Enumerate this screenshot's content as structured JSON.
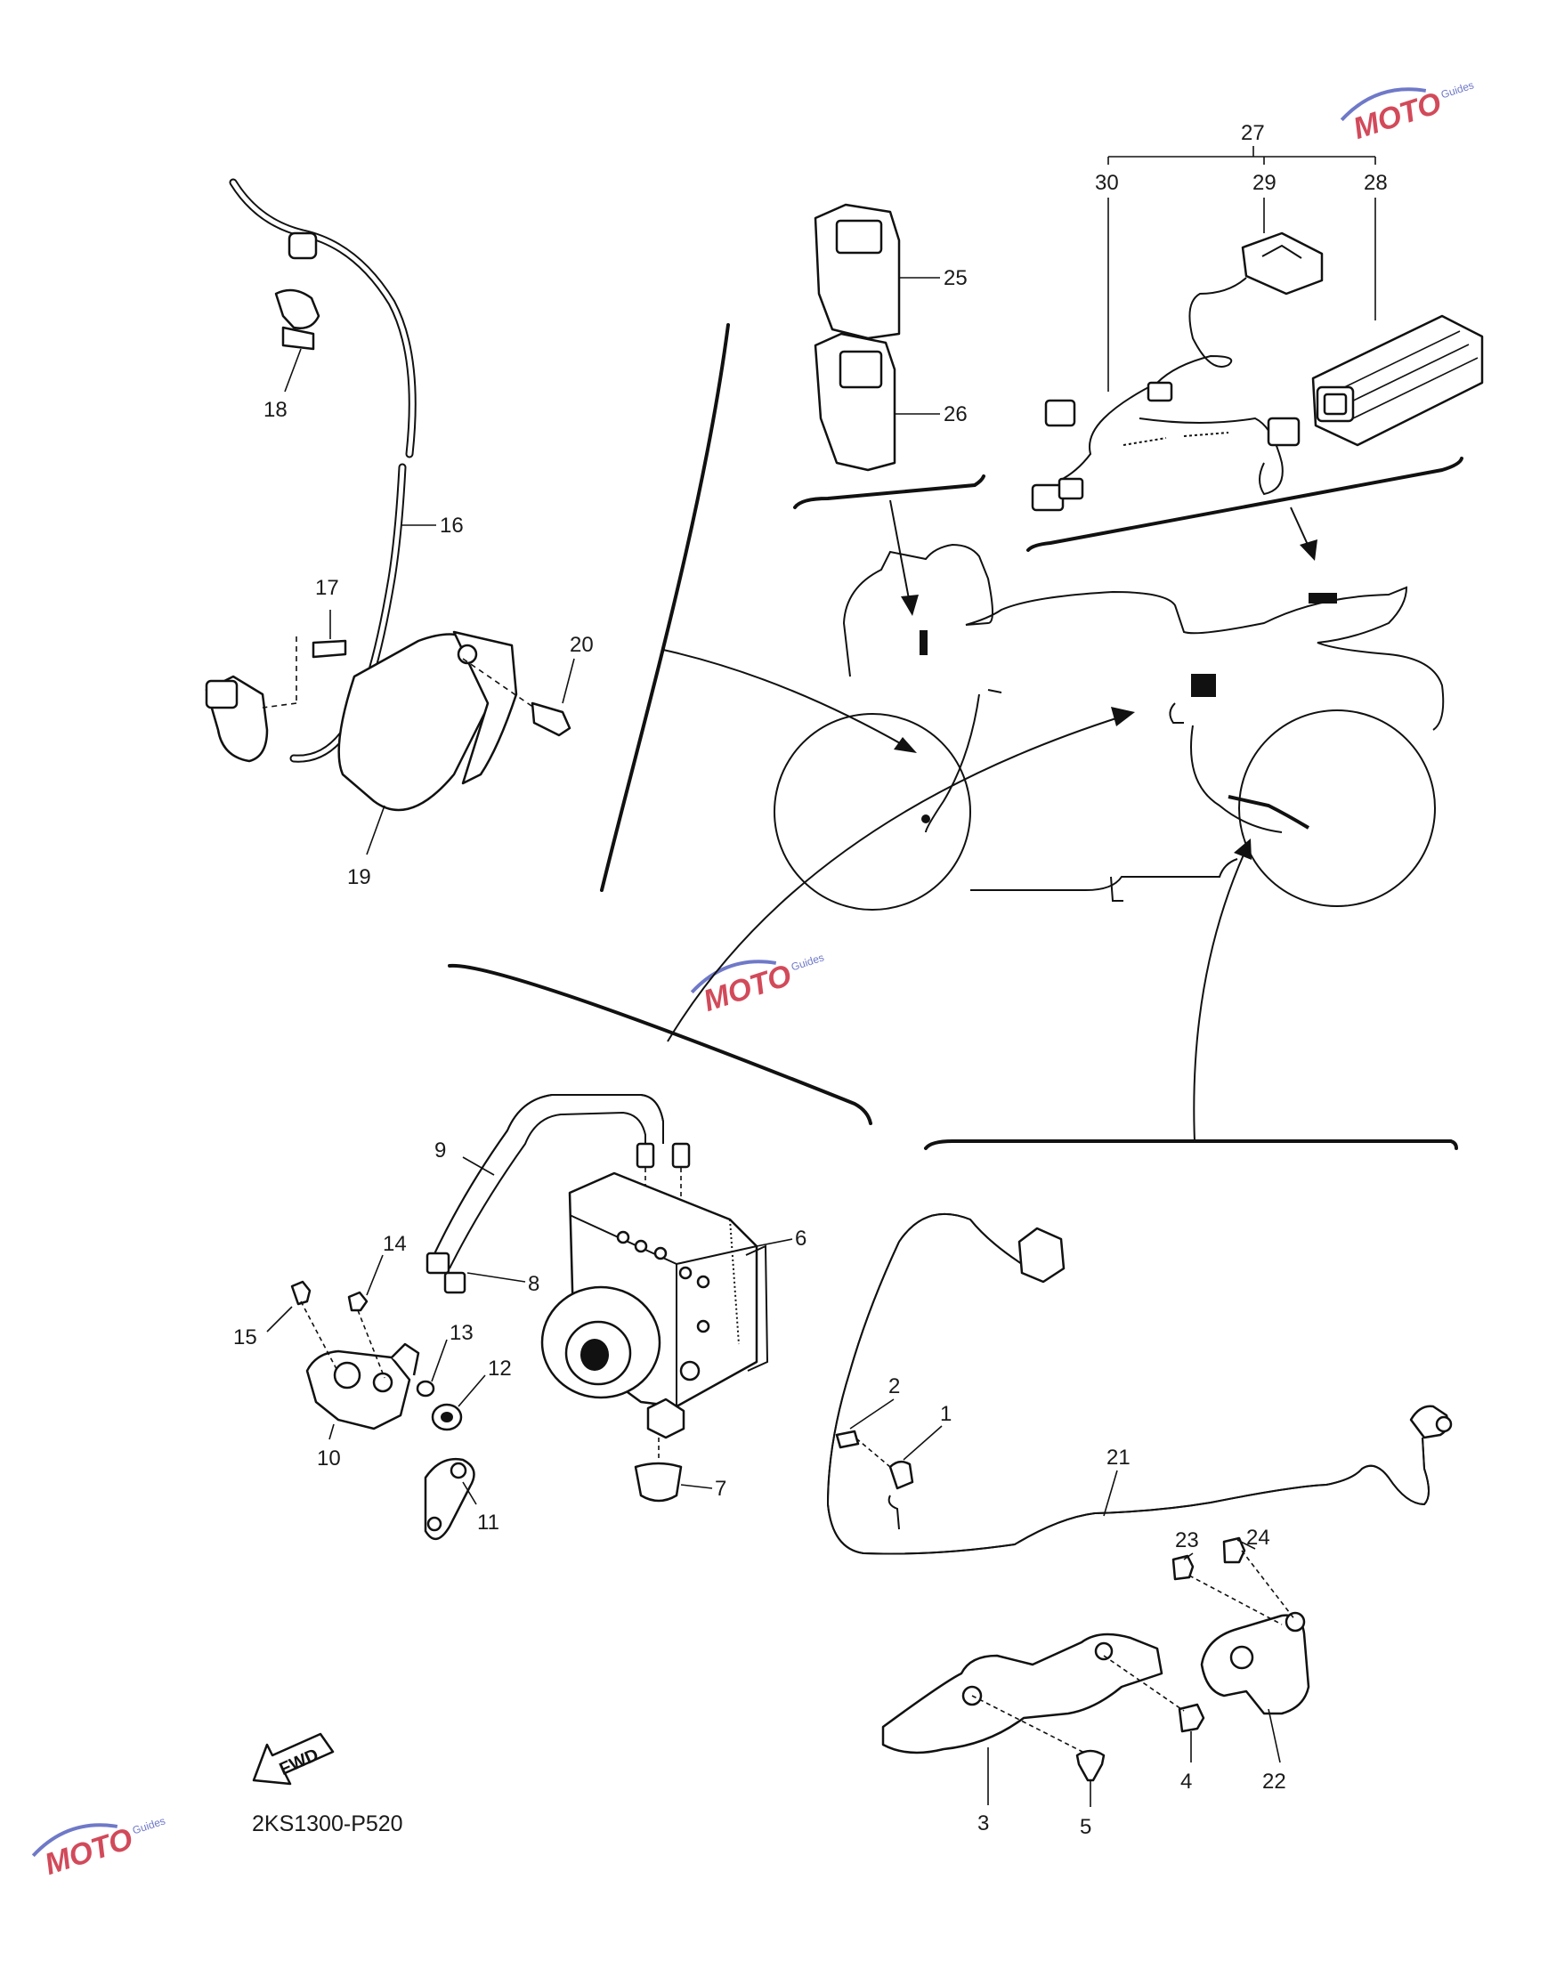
{
  "diagram_code": "2KS1300-P520",
  "fwd_label": "FWD",
  "watermark": {
    "text": "MOTO",
    "sub": "Guides",
    "color_primary": "#d24a5a",
    "color_secondary": "#6f79c8"
  },
  "callouts": {
    "c1": "1",
    "c2": "2",
    "c3": "3",
    "c4": "4",
    "c5": "5",
    "c6": "6",
    "c7": "7",
    "c8": "8",
    "c9": "9",
    "c10": "10",
    "c11": "11",
    "c12": "12",
    "c13": "13",
    "c14": "14",
    "c15": "15",
    "c16": "16",
    "c17": "17",
    "c18": "18",
    "c19": "19",
    "c20": "20",
    "c21": "21",
    "c22": "22",
    "c23": "23",
    "c24": "24",
    "c25": "25",
    "c26": "26",
    "c27": "27",
    "c28": "28",
    "c29": "29",
    "c30": "30"
  }
}
